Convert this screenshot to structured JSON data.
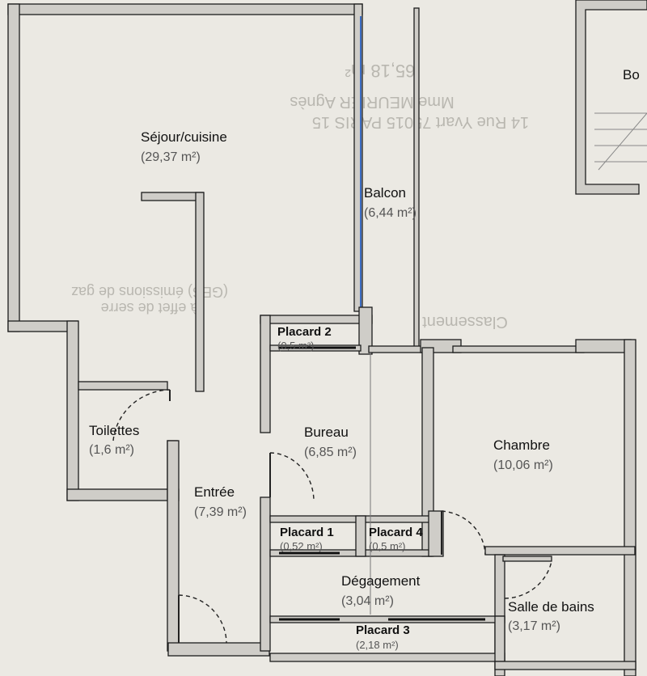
{
  "plan": {
    "rooms": [
      {
        "id": "sejour",
        "name": "Séjour/cuisine",
        "area": "(29,37 m²)"
      },
      {
        "id": "balcon",
        "name": "Balcon",
        "area": "(6,44 m²)"
      },
      {
        "id": "placard2",
        "name": "Placard 2",
        "area": "(0,5 m²)"
      },
      {
        "id": "toilettes",
        "name": "Toilettes",
        "area": "(1,6 m²)"
      },
      {
        "id": "bureau",
        "name": "Bureau",
        "area": "(6,85 m²)"
      },
      {
        "id": "chambre",
        "name": "Chambre",
        "area": "(10,06 m²)"
      },
      {
        "id": "entree",
        "name": "Entrée",
        "area": "(7,39 m²)"
      },
      {
        "id": "placard1",
        "name": "Placard 1",
        "area": "(0,52 m²)"
      },
      {
        "id": "placard4",
        "name": "Placard 4",
        "area": "(0,5 m²)"
      },
      {
        "id": "degagement",
        "name": "Dégagement",
        "area": "(3,04 m²)"
      },
      {
        "id": "sdb",
        "name": "Salle de bains",
        "area": "(3,17 m²)"
      },
      {
        "id": "placard3",
        "name": "Placard 3",
        "area": "(2,18 m²)"
      }
    ],
    "partial_label": "Bo",
    "background_text": {
      "total_area": "65,18 m²",
      "owner": "Mme MEURIER Agnès",
      "address": "14 Rue Yvart 75015 PARIS 15",
      "emissions": "(GES) émissions de gaz",
      "greenhouse": "à effet de serre",
      "classement": "Classement"
    },
    "colors": {
      "wall": "#cfcdc8",
      "outline": "#1c1c1c",
      "glass": "#3b6cc4"
    }
  }
}
